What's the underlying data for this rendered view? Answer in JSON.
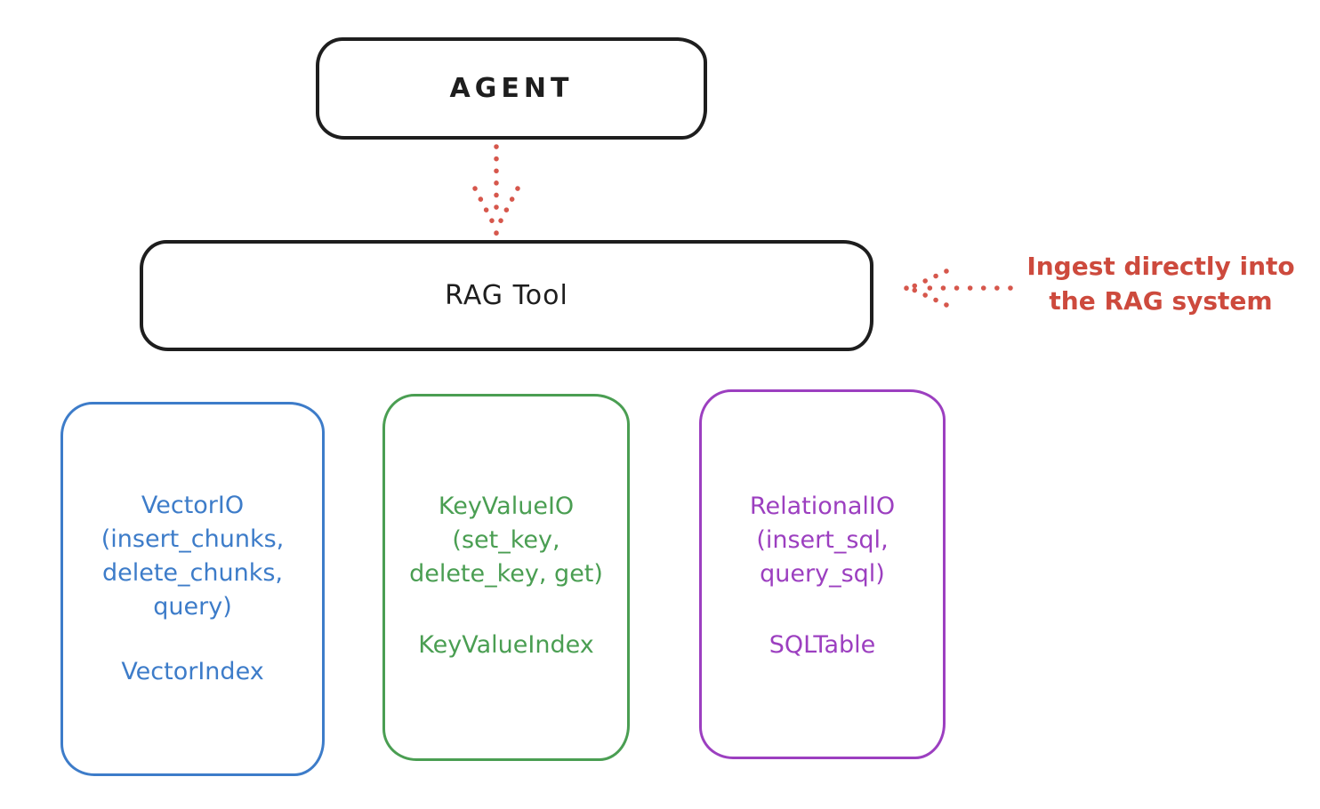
{
  "nodes": {
    "agent": {
      "label": "AGENT"
    },
    "rag_tool": {
      "label": "RAG Tool"
    },
    "vector_store": {
      "lines": [
        "VectorIO",
        "(insert_chunks,",
        "delete_chunks,",
        "query)"
      ],
      "index_label": "VectorIndex",
      "color": "#3d7cc9"
    },
    "keyvalue_store": {
      "lines": [
        "KeyValueIO",
        "(set_key,",
        "delete_key, get)"
      ],
      "index_label": "KeyValueIndex",
      "color": "#4a9e52"
    },
    "relational_store": {
      "lines": [
        "RelationalIO",
        "(insert_sql,",
        "query_sql)"
      ],
      "index_label": "SQLTable",
      "color": "#9c3fc0"
    }
  },
  "annotation": {
    "line1": "Ingest directly into",
    "line2": "the RAG system",
    "color": "#cd4a3d"
  },
  "arrows": {
    "agent_to_rag": "arrow-down-dotted",
    "annotation_to_rag": "arrow-left-dotted",
    "color": "#d6574c"
  },
  "colors": {
    "outline": "#1e1e1e",
    "background": "#ffffff"
  }
}
